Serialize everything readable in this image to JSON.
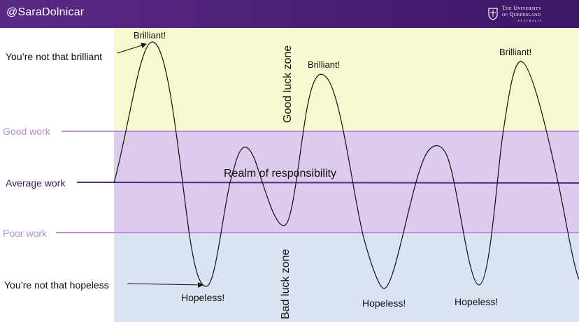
{
  "header": {
    "handle": "@SaraDolnicar",
    "logo": {
      "line1": "The University",
      "line2": "of Queensland",
      "line3": "AUSTRALIA"
    }
  },
  "diagram": {
    "levels": {
      "good": "Good work",
      "average": "Average work",
      "poor": "Poor work"
    },
    "zones": {
      "good_luck": "Good luck zone",
      "responsibility": "Realm of responsibility",
      "bad_luck": "Bad luck zone"
    },
    "notes": {
      "not_brilliant": "You’re not that brilliant",
      "not_hopeless": "You’re not that hopeless"
    },
    "peaks": [
      "Brilliant!",
      "Brilliant!",
      "Brilliant!"
    ],
    "troughs": [
      "Hopeless!",
      "Hopeless!",
      "Hopeless!"
    ]
  },
  "colors": {
    "header": "#4b1f78",
    "good_zone": "#f8f8d0",
    "middle_zone": "#dccbec",
    "bad_zone": "#d9e3f1",
    "level_line": "#b98ee0",
    "average_line": "#5b2a86"
  }
}
